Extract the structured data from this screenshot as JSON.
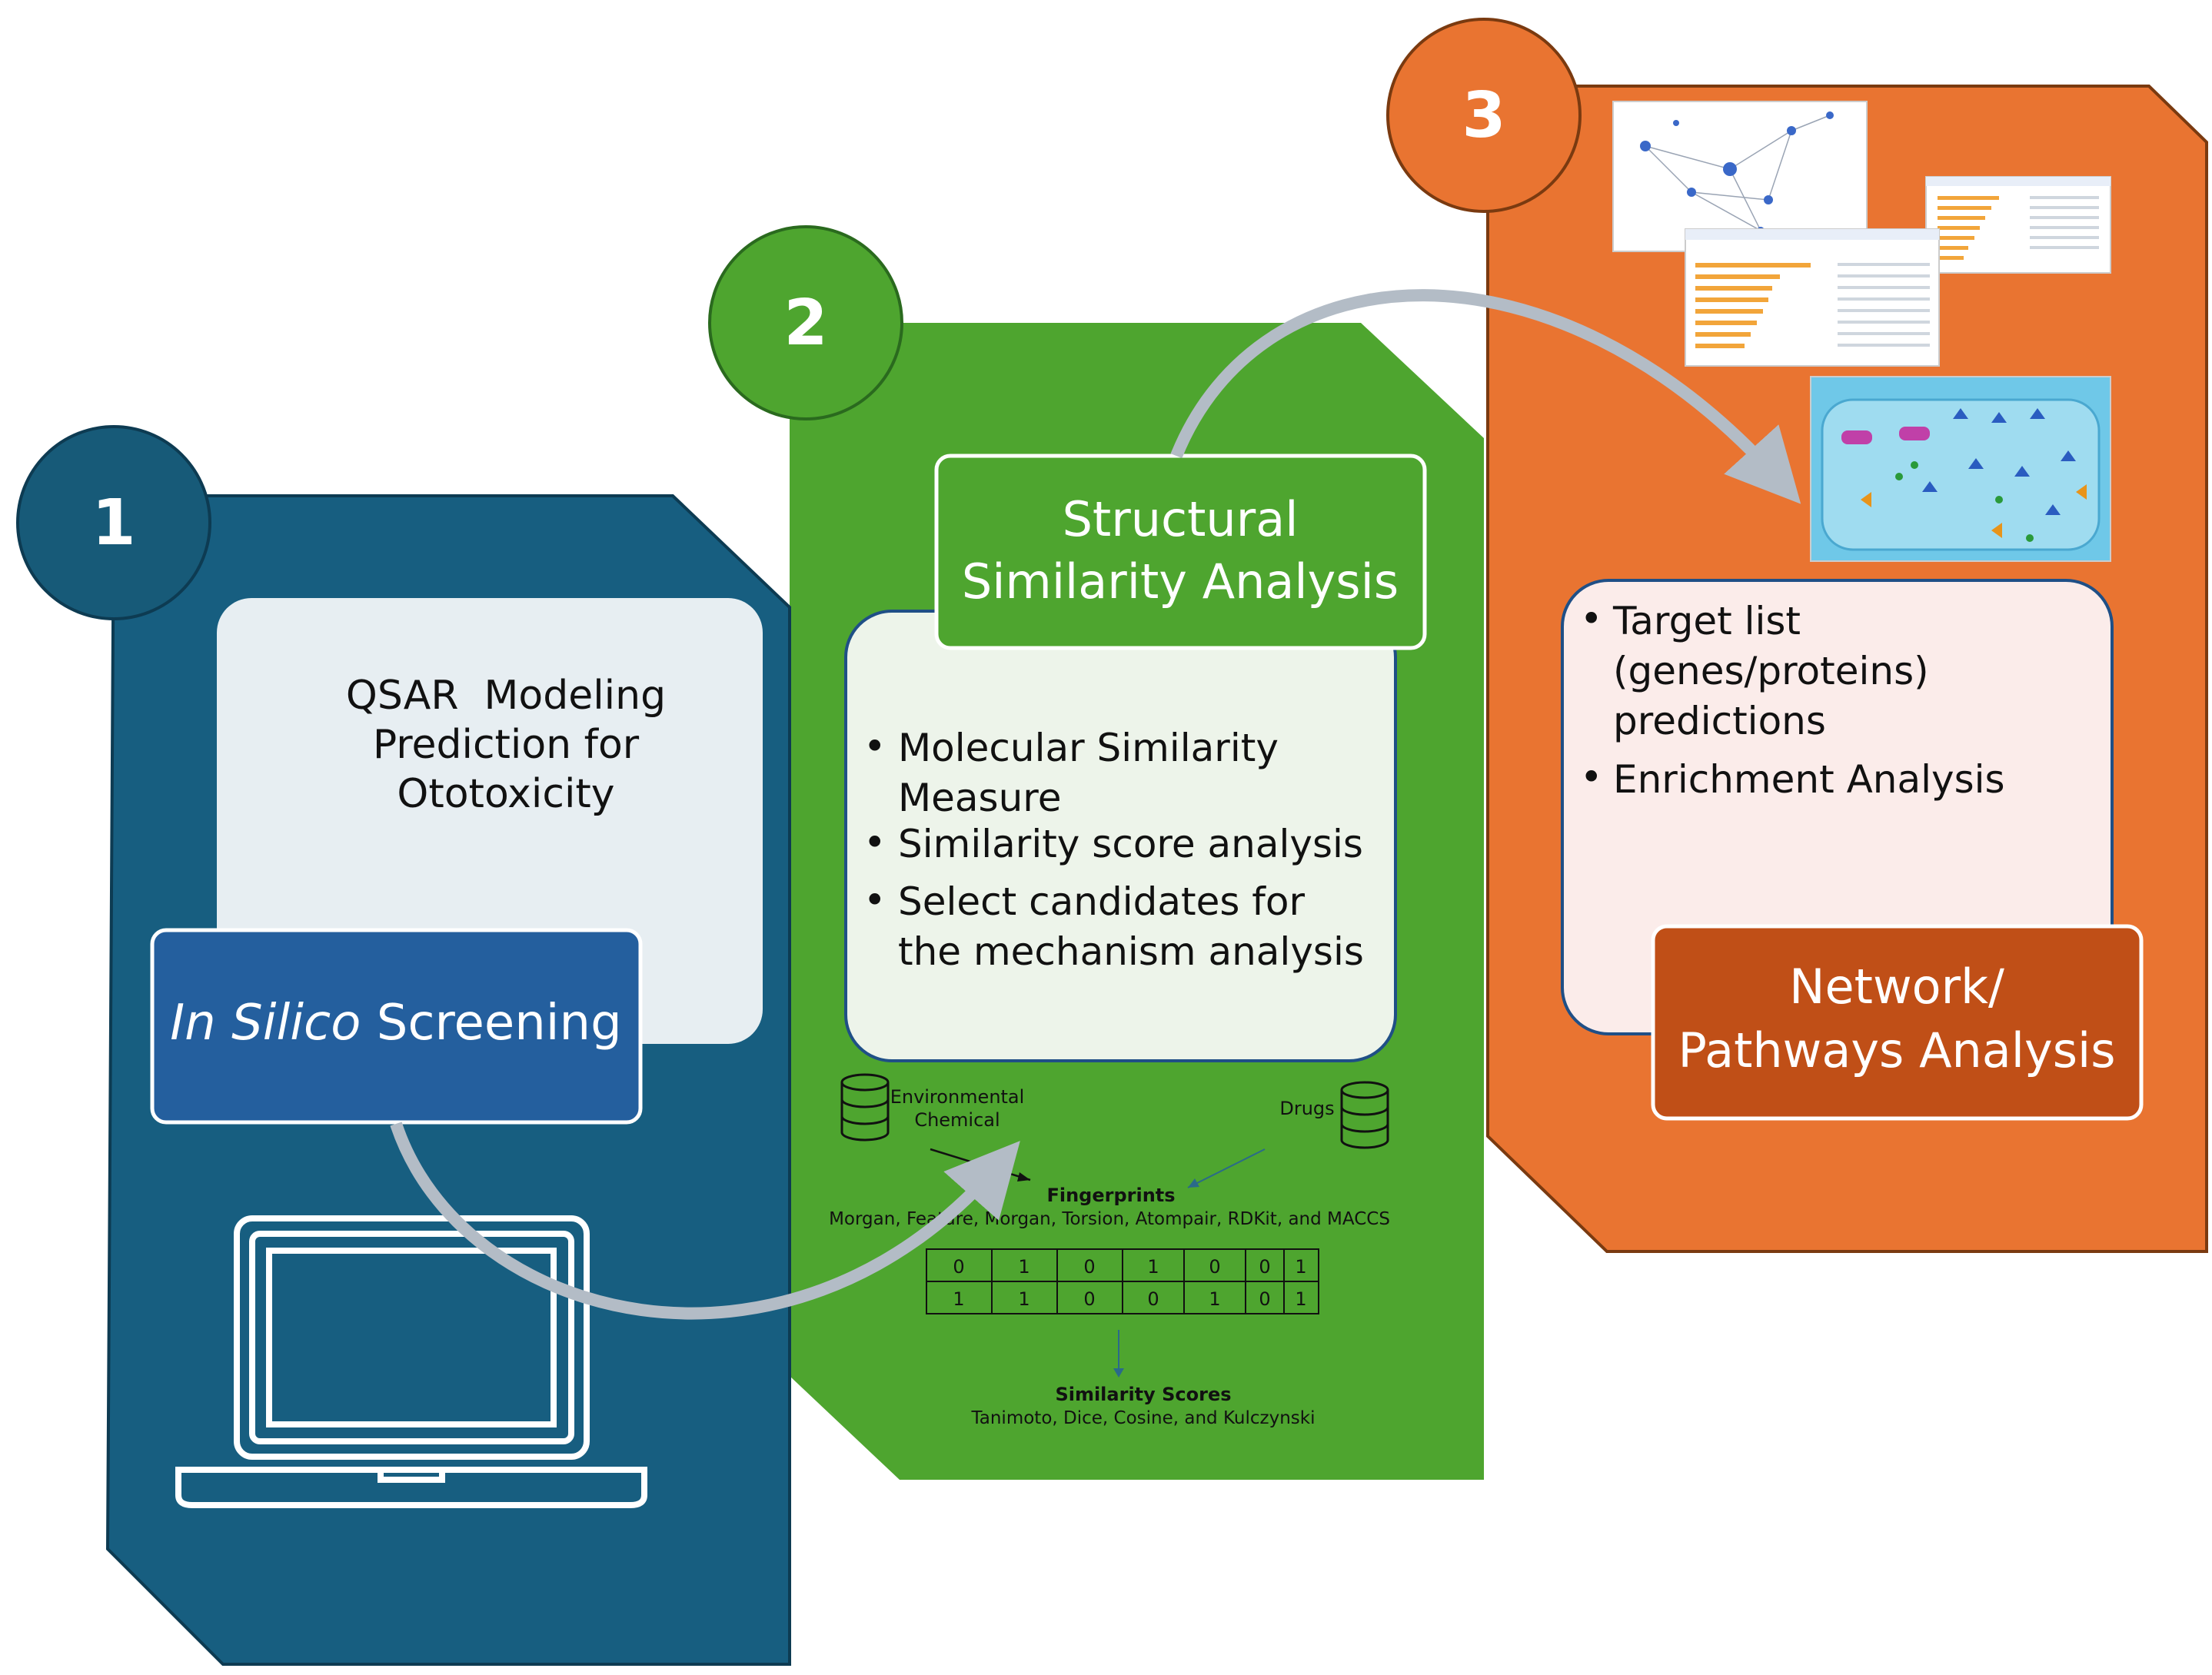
{
  "panel1": {
    "number": "1",
    "qsar_lines": [
      "QSAR  Modeling",
      "Prediction for",
      "Ototoxicity"
    ],
    "screening_italic": "In Silico",
    "screening_rest": " Screening",
    "icon": "laptop-icon"
  },
  "panel2": {
    "number": "2",
    "title_lines": [
      "Structural",
      "Similarity Analysis"
    ],
    "bullets": [
      [
        "Molecular Similarity",
        "Measure"
      ],
      [
        "Similarity score analysis"
      ],
      [
        "Select candidates for",
        "the mechanism analysis"
      ]
    ],
    "env_chem_lines": [
      "Environmental",
      "Chemical"
    ],
    "drugs": "Drugs",
    "fingerprints_title": "Fingerprints",
    "fingerprints_list": "Morgan, Feature, Morgan, Torsion, Atompair, RDKit, and MACCS",
    "bit_rows": [
      [
        "0",
        "1",
        "0",
        "1",
        "0",
        "0",
        "1"
      ],
      [
        "1",
        "1",
        "0",
        "0",
        "1",
        "0",
        "1"
      ]
    ],
    "scores_title": "Similarity Scores",
    "scores_list": "Tanimoto, Dice, Cosine, and Kulczynski",
    "icons": [
      "database-icon",
      "database-icon"
    ]
  },
  "panel3": {
    "number": "3",
    "bullets": [
      [
        "Target list",
        "(genes/proteins)",
        "predictions"
      ],
      [
        "Enrichment  Analysis"
      ]
    ],
    "title_lines": [
      "Network/",
      "Pathways Analysis"
    ]
  },
  "colors": {
    "panel1": "#175e80",
    "panel1_circle": "#175a78",
    "panel2": "#4ea52f",
    "panel3": "#e97431",
    "arrow": "#b3bcc6",
    "screening_box": "#245f9e",
    "network_box": "#c04f17"
  }
}
